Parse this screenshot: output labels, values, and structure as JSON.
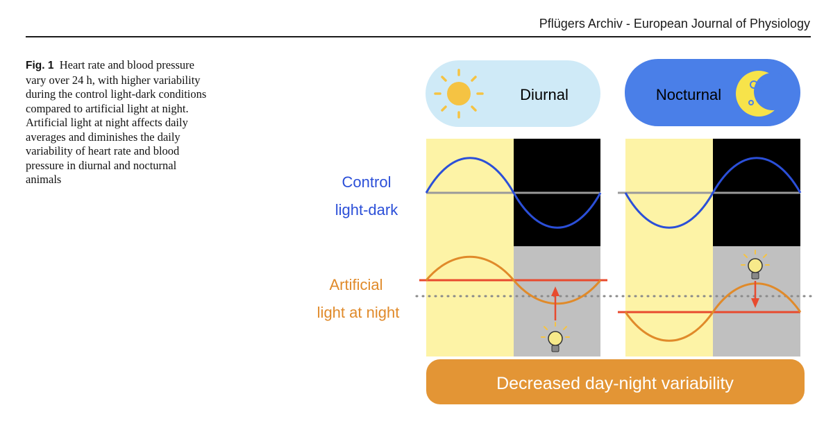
{
  "header": {
    "journal": "Pflügers Archiv - European Journal of Physiology"
  },
  "caption": {
    "label": "Fig. 1",
    "text": "Heart rate and blood pressure vary over 24 h, with higher variability during the control light-dark conditions compared to artificial light at night. Artificial light at night affects daily averages and diminishes the daily variability of heart rate and blood pressure in diurnal and nocturnal animals"
  },
  "figure": {
    "diurnal_label": "Diurnal",
    "nocturnal_label": "Nocturnal",
    "row_control_line1": "Control",
    "row_control_line2": "light-dark",
    "row_alan_line1": "Artificial",
    "row_alan_line2": "light at night",
    "banner": "Decreased day-night variability",
    "colors": {
      "day": "#fdf3a6",
      "night": "#000000",
      "alan_night": "#c0c0c0",
      "control_curve": "#2b4fd8",
      "alan_curve": "#e08a2a",
      "mean_line": "#e84a2e",
      "diurnal_pill": "#cfeaf7",
      "nocturnal_pill": "#4a7fe8",
      "banner": "#e39535",
      "sun": "#f5c343",
      "moon": "#f7e34a"
    },
    "icons": [
      "sun-icon",
      "moon-icon",
      "lightbulb-icon"
    ]
  }
}
